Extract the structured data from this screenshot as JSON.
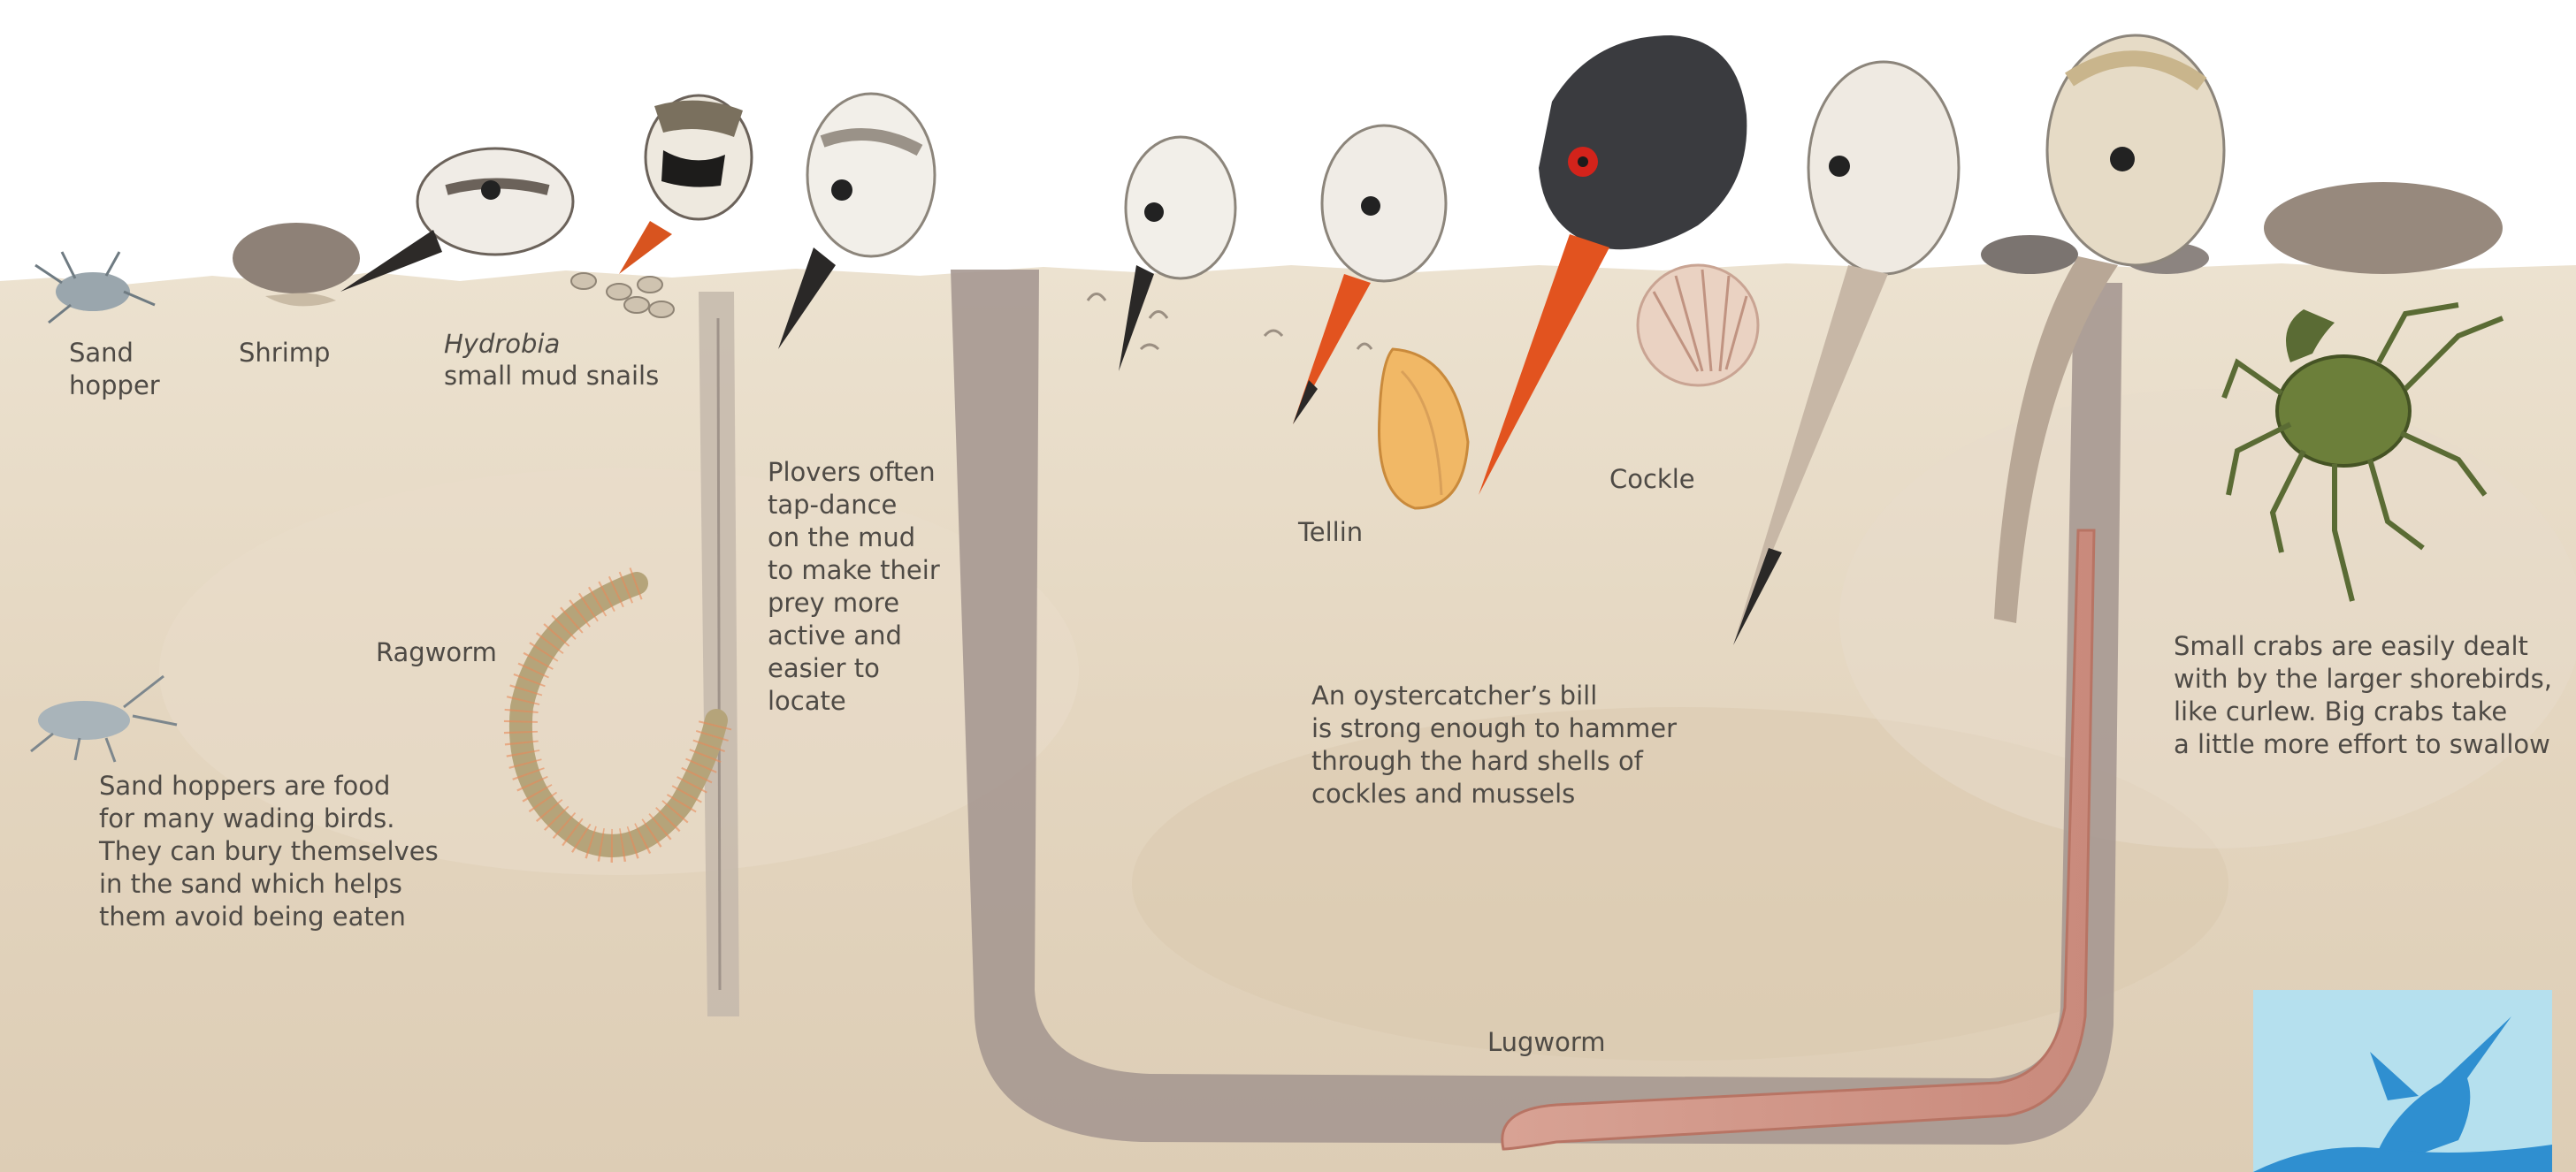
{
  "labels": {
    "sand_hopper": "Sand\nhopper",
    "shrimp": "Shrimp",
    "hydrobia_name": "Hydrobia",
    "hydrobia_desc": "small mud snails",
    "ragworm": "Ragworm",
    "tellin": "Tellin",
    "cockle": "Cockle",
    "lugworm": "Lugworm"
  },
  "notes": {
    "sand_hoppers": "Sand hoppers are food\nfor many wading birds.\nThey can bury themselves\nin the sand which helps\nthem avoid being eaten",
    "plovers": "Plovers often\ntap-dance\non the mud\nto make their\nprey more\nactive and\neasier to\nlocate",
    "oystercatcher": "An oystercatcher’s bill\nis strong enough to hammer\nthrough the hard shells of\ncockles and mussels",
    "crabs": "Small crabs are easily dealt\nwith by the larger shorebirds,\nlike curlew. Big crabs take\na little more effort to swallow"
  },
  "colors": {
    "sand": "#e5d8c4",
    "burrow": "#a69891",
    "oystercatcher_bill": "#e2531f",
    "logo_bg": "#b5e0ee",
    "logo_bird": "#2f8fd0"
  }
}
